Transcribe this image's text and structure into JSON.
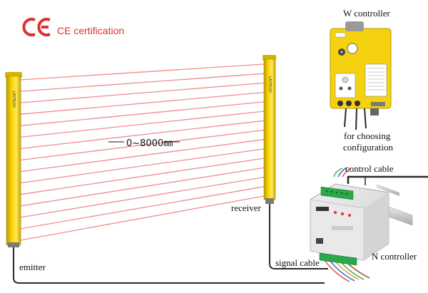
{
  "certification": {
    "mark": "CE",
    "text": "CE certification"
  },
  "labels": {
    "w_controller": "W controller",
    "for_choosing": "for choosing",
    "configuration": "configuration",
    "range": "0~8000㎜",
    "control_cable": "control cable",
    "receiver": "receiver",
    "emitter": "emitter",
    "signal_cable": "signal cable",
    "n_controller": "N controller"
  },
  "colors": {
    "ce_red": "#e03030",
    "beam_red": "#f08d8d",
    "bar_yellow": "#f2cd00",
    "controller_yellow": "#f5d20f",
    "cable_dark": "#2a2a2a"
  }
}
